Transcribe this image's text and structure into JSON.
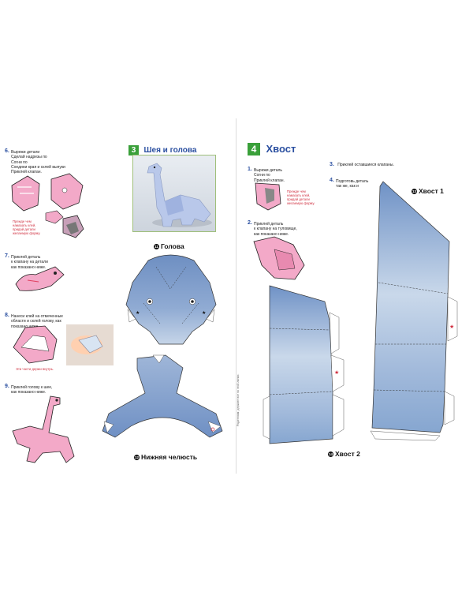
{
  "left_page": {
    "steps": [
      {
        "num": "6.",
        "lines": [
          "Вырежи детали",
          "Сделай надрезы по",
          "Согни по",
          "Соедини края и склей выпуки",
          "Приклей клапан."
        ],
        "warning": [
          "Прежде чем",
          "намазать клей,",
          "придай детали",
          "желаемую форму."
        ]
      },
      {
        "num": "7.",
        "lines": [
          "Приклей деталь",
          "к клапану",
          "на детали",
          "как показано ниже."
        ]
      },
      {
        "num": "8.",
        "lines": [
          "Нанеси клей на отмеченные",
          "области и склей голову, как",
          "показано ниже."
        ],
        "warning": [
          "Эти части держи внутрь."
        ]
      },
      {
        "num": "9.",
        "lines": [
          "Приклей голову к шее,",
          "как показано ниже."
        ]
      }
    ],
    "section3": {
      "num": "3",
      "title": "Шея и голова"
    },
    "parts": {
      "head": {
        "num": "11",
        "label": "Голова"
      },
      "jaw": {
        "num": "12",
        "label": "Нижняя челюсть"
      }
    }
  },
  "right_page": {
    "section4": {
      "num": "4",
      "title": "Хвост"
    },
    "steps": [
      {
        "num": "1.",
        "lines": [
          "Вырежи деталь",
          "Согни по",
          "Приклей клапан."
        ],
        "warning": [
          "Прежде чем",
          "намазать клей,",
          "придай детали",
          "желаемую форму."
        ]
      },
      {
        "num": "2.",
        "lines": [
          "Приклей деталь",
          "к клапану",
          "на туловище,",
          "как показано ниже."
        ]
      },
      {
        "num": "3.",
        "lines": [
          "Приклей оставшиеся клапаны."
        ]
      },
      {
        "num": "4.",
        "lines": [
          "Подготовь деталь",
          "так же, как и"
        ]
      }
    ],
    "parts": {
      "tail1": {
        "num": "13",
        "label": "Хвост 1"
      },
      "tail2": {
        "num": "14",
        "label": "Хвост 2"
      }
    },
    "side_note": "Родителям: держите все по этой линии."
  },
  "colors": {
    "accent": "#2a4fa0",
    "section": "#3aa03a",
    "paper_blue": "#7f9fc9",
    "pink": "#f3a9c8",
    "warn": "#d03040"
  }
}
